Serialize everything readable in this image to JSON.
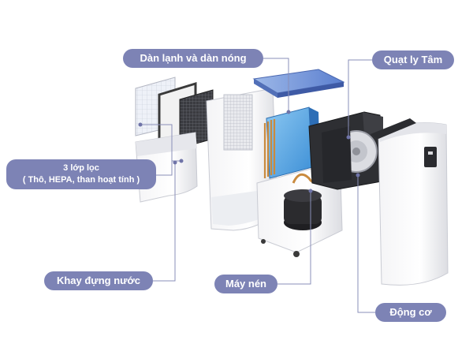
{
  "labels": {
    "condenser_evaporator": "Dàn lạnh và dàn nóng",
    "centrifugal_fan": "Quạt ly Tâm",
    "filters_line1": "3 lớp lọc",
    "filters_line2": "( Thô, HEPA, than hoạt tính )",
    "water_tank": "Khay đựng nước",
    "compressor": "Máy nén",
    "motor": "Động cơ"
  },
  "colors": {
    "label_bg": "#7d83b5",
    "label_text": "#ffffff",
    "leader_line": "#8a8fb8",
    "coil_blue": "#5aa9e6",
    "copper": "#c98a3e",
    "dark_part": "#2b2b2e"
  }
}
